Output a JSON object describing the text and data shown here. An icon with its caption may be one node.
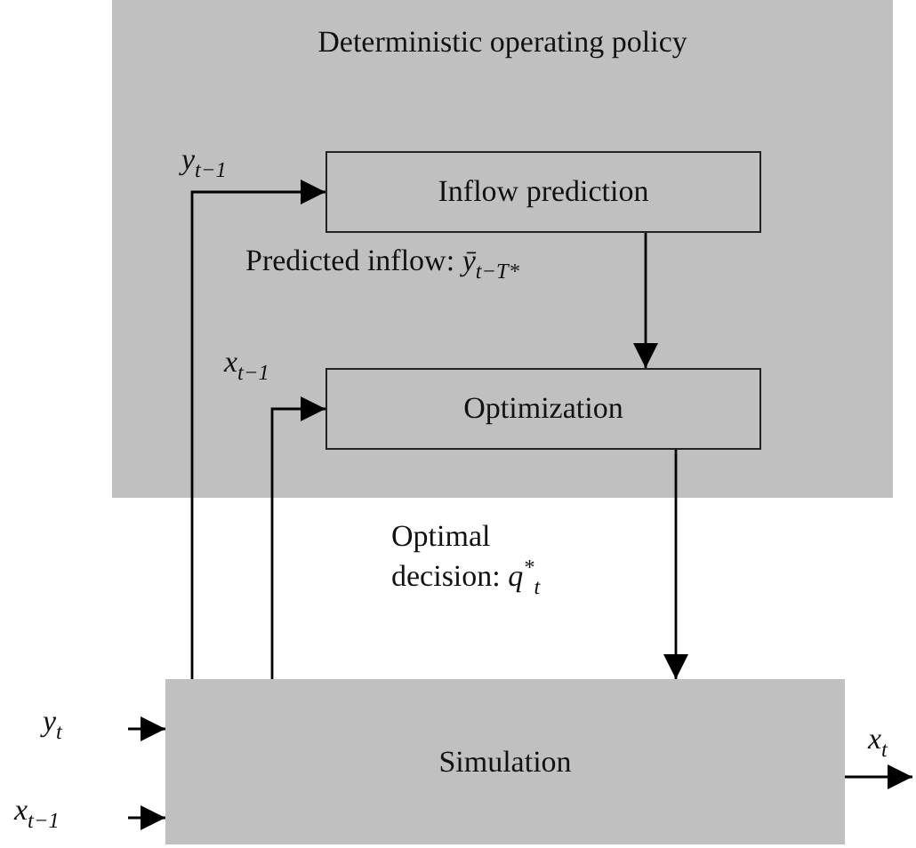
{
  "diagram": {
    "nodes": [
      {
        "text": [
          "Deterministic operating policy"
        ]
      },
      {
        "text": [
          "Inflow prediction"
        ],
        "in": 0
      },
      {
        "text": [
          "Optimization"
        ],
        "in": 0
      },
      {
        "text": [
          "Simulation"
        ]
      }
    ],
    "edges": [
      {
        "from": 3,
        "to": 1,
        "arrow": "to",
        "label": "*y*$_{t−1}$"
      },
      {
        "from": 3,
        "to": 2,
        "arrow": "to",
        "label": "*x*$_{t−1}$"
      },
      {
        "from": 1,
        "to": 2,
        "arrow": "to",
        "label": "Predicted inflow: *ȳ*$_{t−T*}$"
      },
      {
        "from": 2,
        "to": 3,
        "arrow": "to",
        "label": "Optimal decision: *q*$^{*}$$_{t}$"
      },
      {
        "from": null,
        "to": 3,
        "arrow": "to",
        "label": "*y*$_{t}$"
      },
      {
        "from": null,
        "to": 3,
        "arrow": "to",
        "label": "*x*$_{t−1}$"
      },
      {
        "from": 3,
        "to": null,
        "arrow": "to",
        "label": "*x*$_{t}$"
      }
    ]
  }
}
